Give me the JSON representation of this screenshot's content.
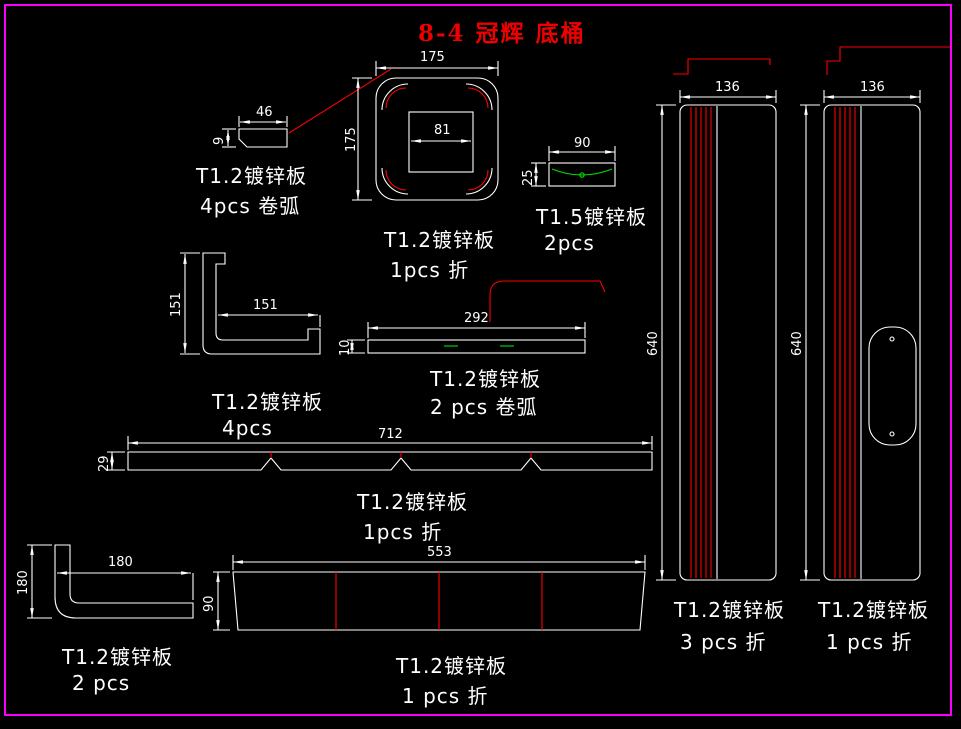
{
  "title": "8-4 冠辉 底桶",
  "colors": {
    "background": "#000000",
    "frame": "#fa00fa",
    "line": "#ffffff",
    "fold_line": "#ff0000",
    "detail_line": "#00dd00",
    "title_text": "#ee0000"
  },
  "parts": [
    {
      "name": "corner-clip",
      "material": "T1.2镀锌板",
      "qty": "4pcs 卷弧",
      "dim_width": "46",
      "dim_height": "9"
    },
    {
      "name": "top-plate",
      "material": "T1.2镀锌板",
      "qty": "1pcs 折",
      "dim_width": "175",
      "dim_height": "175",
      "dim_inner": "81"
    },
    {
      "name": "arc-channel",
      "material": "T1.5镀锌板",
      "qty": "2pcs",
      "dim_width": "90",
      "dim_height": "25"
    },
    {
      "name": "l-bracket",
      "material": "T1.2镀锌板",
      "qty": "4pcs",
      "dim_width": "151",
      "dim_height": "151"
    },
    {
      "name": "flat-strip",
      "material": "T1.2镀锌板",
      "qty": "2 pcs  卷弧",
      "dim_width": "292",
      "dim_height": "10"
    },
    {
      "name": "notched-strip",
      "material": "T1.2镀锌板",
      "qty": "1pcs 折",
      "dim_width": "712",
      "dim_height": "29"
    },
    {
      "name": "corner-angle",
      "material": "T1.2镀锌板",
      "qty": "2 pcs",
      "dim_width": "180",
      "dim_height": "180"
    },
    {
      "name": "bottom-band",
      "material": "T1.2镀锌板",
      "qty": "1 pcs  折",
      "dim_width": "553",
      "dim_height": "90"
    },
    {
      "name": "side-panel-ribbed",
      "material": "T1.2镀锌板",
      "qty": "3 pcs 折",
      "dim_width": "136",
      "dim_height": "640"
    },
    {
      "name": "side-panel-door",
      "material": "T1.2镀锌板",
      "qty": "1 pcs 折",
      "dim_width": "136",
      "dim_height": "640"
    }
  ]
}
